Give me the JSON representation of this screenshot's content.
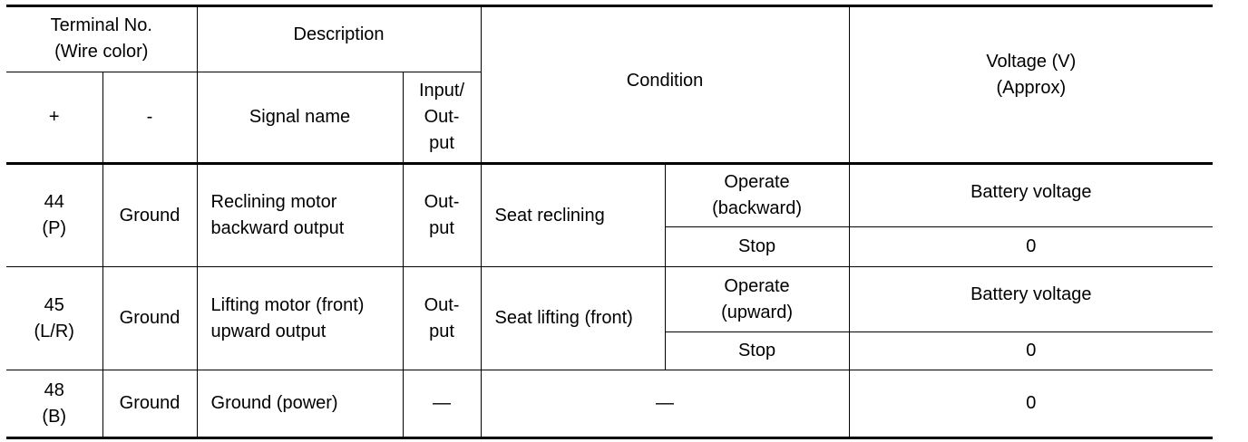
{
  "header": {
    "terminal": [
      "Terminal No.",
      "(Wire color)"
    ],
    "description": "Description",
    "condition": "Condition",
    "voltage": [
      "Voltage (V)",
      "(Approx)"
    ],
    "plus": "+",
    "minus": "-",
    "signal_name": "Signal name",
    "io": [
      "Input/",
      "Out-",
      "put"
    ]
  },
  "rows": [
    {
      "terminal": [
        "44",
        "(P)"
      ],
      "ground": "Ground",
      "signal": [
        "Reclining motor",
        "backward output"
      ],
      "io": [
        "Out-",
        "put"
      ],
      "condition": "Seat reclining",
      "states": [
        {
          "state": [
            "Operate",
            "(backward)"
          ],
          "voltage": "Battery voltage"
        },
        {
          "state": [
            "Stop"
          ],
          "voltage": "0"
        }
      ]
    },
    {
      "terminal": [
        "45",
        "(L/R)"
      ],
      "ground": "Ground",
      "signal": [
        "Lifting motor (front)",
        "upward output"
      ],
      "io": [
        "Out-",
        "put"
      ],
      "condition": "Seat lifting (front)",
      "states": [
        {
          "state": [
            "Operate",
            "(upward)"
          ],
          "voltage": "Battery voltage"
        },
        {
          "state": [
            "Stop"
          ],
          "voltage": "0"
        }
      ]
    },
    {
      "terminal": [
        "48",
        "(B)"
      ],
      "ground": "Ground",
      "signal": [
        "Ground (power)"
      ],
      "io": [
        "—"
      ],
      "condition": "—",
      "voltage": "0"
    }
  ]
}
